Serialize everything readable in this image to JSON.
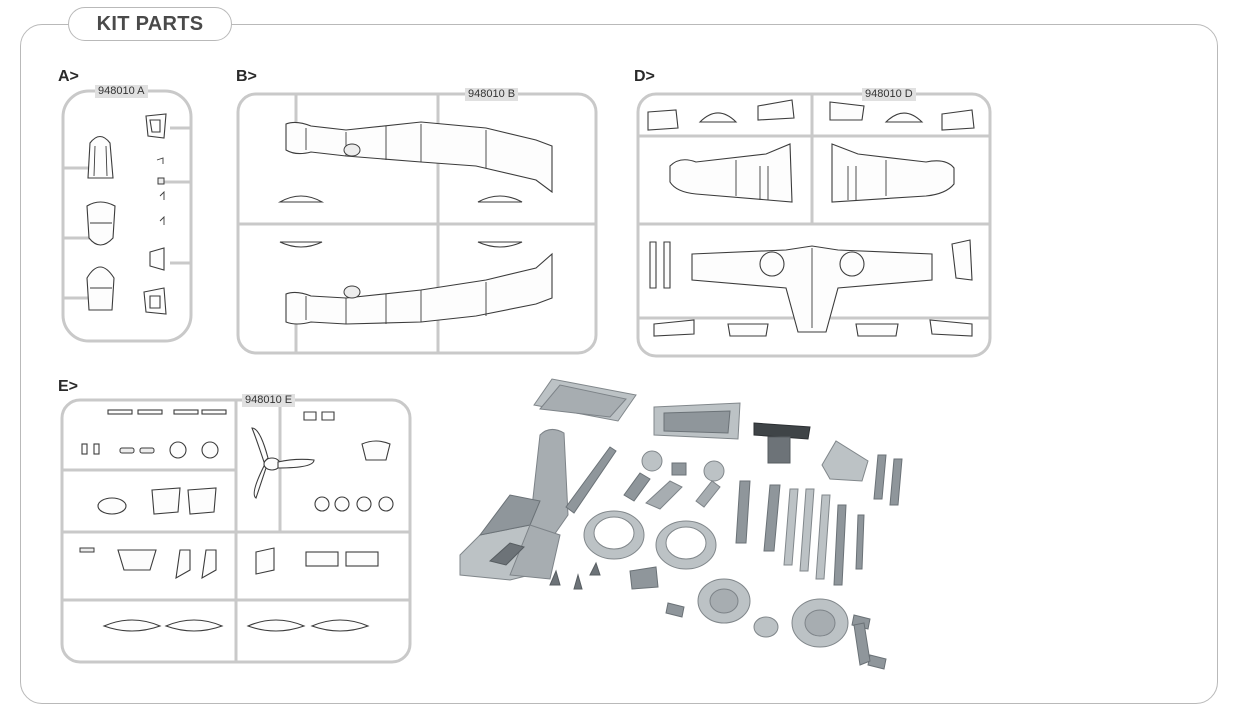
{
  "header": {
    "title": "KIT PARTS"
  },
  "sections": {
    "a": {
      "label": "A>",
      "code": "948010 A"
    },
    "b": {
      "label": "B>",
      "code": "948010 B"
    },
    "d": {
      "label": "D>",
      "code": "948010 D"
    },
    "e": {
      "label": "E>",
      "code": "948010 E"
    }
  },
  "colors": {
    "frame": "#b9b9b9",
    "runner": "#c9c9c9",
    "part_outline": "#3c3c3c",
    "resin_grey": "#a7adb1"
  }
}
